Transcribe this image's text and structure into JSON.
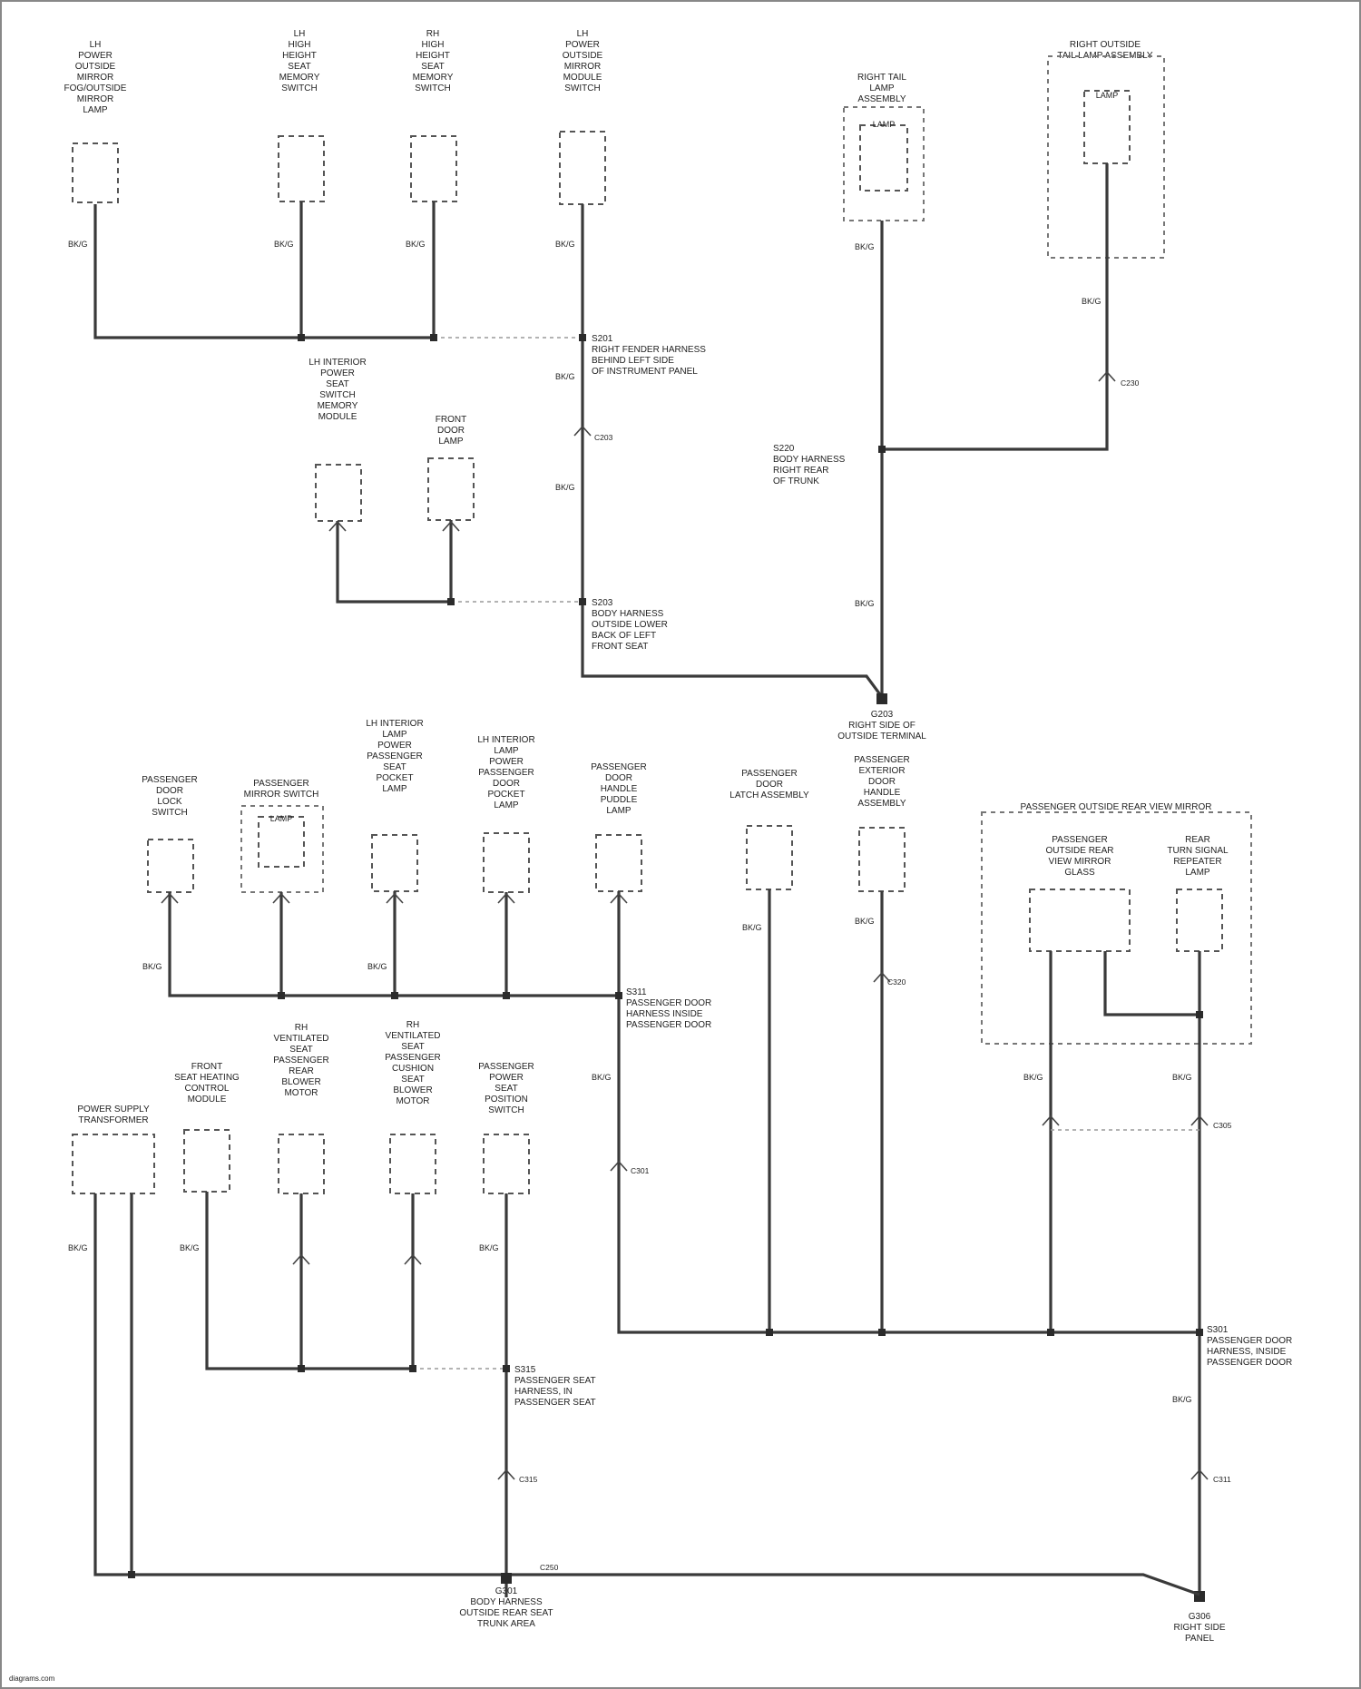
{
  "diagram": {
    "background": "#ffffff",
    "wire_color": "#3a3a3a",
    "note": "",
    "components": [
      {
        "id": "c1",
        "label": [
          "LH",
          "POWER",
          "OUTSIDE",
          "MIRROR",
          "FOG/OUTSIDE",
          "MIRROR",
          "LAMP"
        ]
      },
      {
        "id": "c2",
        "label": [
          "LH",
          "HIGH",
          "HEIGHT",
          "SEAT",
          "MEMORY",
          "SWITCH"
        ]
      },
      {
        "id": "c3",
        "label": [
          "RH",
          "HIGH",
          "HEIGHT",
          "SEAT",
          "MEMORY",
          "SWITCH"
        ]
      },
      {
        "id": "c4",
        "label": [
          "LH",
          "POWER",
          "OUTSIDE",
          "MIRROR",
          "MODULE",
          "SWITCH"
        ]
      },
      {
        "id": "c5",
        "label": [
          "RIGHT TAIL",
          "LAMP",
          "ASSEMBLY"
        ],
        "inner": "LAMP"
      },
      {
        "id": "c6",
        "label": [
          "RIGHT OUTSIDE",
          "TAIL LAMP ASSEMBLY"
        ],
        "inner": "LAMP"
      },
      {
        "id": "c7",
        "label": [
          "LH INTERIOR",
          "POWER",
          "SEAT",
          "SWITCH",
          "MEMORY",
          "MODULE"
        ]
      },
      {
        "id": "c8",
        "label": [
          "FRONT",
          "DOOR",
          "LAMP"
        ]
      },
      {
        "id": "c9",
        "label": [
          "PASSENGER",
          "DOOR",
          "LOCK",
          "SWITCH"
        ]
      },
      {
        "id": "c10",
        "label": [
          "PASSENGER",
          "MIRROR SWITCH"
        ],
        "inner": "LAMP"
      },
      {
        "id": "c11",
        "label": [
          "LH INTERIOR",
          "LAMP",
          "POWER",
          "PASSENGER",
          "SEAT",
          "POCKET",
          "LAMP"
        ]
      },
      {
        "id": "c12",
        "label": [
          "LH INTERIOR",
          "LAMP",
          "POWER",
          "PASSENGER",
          "DOOR",
          "POCKET",
          "LAMP"
        ]
      },
      {
        "id": "c13",
        "label": [
          "PASSENGER",
          "DOOR",
          "HANDLE",
          "PUDDLE",
          "LAMP"
        ]
      },
      {
        "id": "c14",
        "label": [
          "PASSENGER",
          "DOOR",
          "LATCH ASSEMBLY"
        ]
      },
      {
        "id": "c15",
        "label": [
          "PASSENGER",
          "EXTERIOR",
          "DOOR",
          "HANDLE",
          "ASSEMBLY"
        ]
      },
      {
        "id": "c16",
        "label": [
          "PASSENGER",
          "OUTSIDE REAR",
          "VIEW MIRROR",
          "GLASS"
        ]
      },
      {
        "id": "c17",
        "label": [
          "REAR",
          "TURN SIGNAL",
          "REPEATER",
          "LAMP"
        ]
      },
      {
        "id": "c18",
        "label": [
          "POWER SUPPLY",
          "TRANSFORMER"
        ]
      },
      {
        "id": "c19",
        "label": [
          "FRONT",
          "SEAT HEATING",
          "CONTROL",
          "MODULE"
        ]
      },
      {
        "id": "c20",
        "label": [
          "RH",
          "VENTILATED",
          "SEAT",
          "PASSENGER",
          "REAR",
          "BLOWER",
          "MOTOR"
        ]
      },
      {
        "id": "c21",
        "label": [
          "RH",
          "VENTILATED",
          "SEAT",
          "PASSENGER",
          "CUSHION",
          "SEAT",
          "BLOWER",
          "MOTOR"
        ]
      },
      {
        "id": "c22",
        "label": [
          "PASSENGER",
          "POWER",
          "SEAT",
          "POSITION",
          "SWITCH"
        ]
      }
    ],
    "group_label": "PASSENGER OUTSIDE REAR VIEW MIRROR",
    "splices": [
      {
        "id": "s1",
        "label": [
          "S201",
          "RIGHT FENDER HARNESS",
          "BEHIND LEFT SIDE",
          "OF INSTRUMENT PANEL"
        ]
      },
      {
        "id": "s2",
        "label": [
          "S220",
          "BODY HARNESS",
          "RIGHT REAR",
          "OF TRUNK"
        ]
      },
      {
        "id": "s3",
        "label": [
          "S203",
          "BODY HARNESS",
          "OUTSIDE LOWER",
          "BACK OF LEFT",
          "FRONT SEAT"
        ]
      },
      {
        "id": "s4",
        "label": [
          "G203",
          "RIGHT SIDE OF",
          "OUTSIDE TERMINAL"
        ]
      },
      {
        "id": "s5",
        "label": [
          "S311",
          "PASSENGER DOOR",
          "HARNESS INSIDE",
          "PASSENGER DOOR"
        ]
      },
      {
        "id": "s6",
        "label": [
          "S301",
          "PASSENGER DOOR",
          "HARNESS, INSIDE",
          "PASSENGER DOOR"
        ]
      },
      {
        "id": "s7",
        "label": [
          "S315",
          "PASSENGER SEAT",
          "HARNESS, IN",
          "PASSENGER SEAT"
        ]
      },
      {
        "id": "s8",
        "label": [
          "G301",
          "BODY HARNESS",
          "OUTSIDE REAR SEAT",
          "TRUNK AREA"
        ]
      },
      {
        "id": "s9",
        "label": [
          "G306",
          "RIGHT SIDE",
          "PANEL"
        ]
      }
    ],
    "wire_labels": [
      "BK/G",
      "BK/G",
      "BK/G",
      "BK/G",
      "BK/G",
      "BK/G",
      "BK/G",
      "BK/G",
      "BK/G",
      "BK/G",
      "BK/G",
      "BK/G",
      "BK/G",
      "BK/G",
      "BK/G",
      "BK/G",
      "BK/G",
      "BK/G",
      "BK/G",
      "BK/G"
    ],
    "connectors": [
      "C203",
      "C230",
      "C301",
      "C305",
      "C311",
      "C315",
      "C320",
      "C250"
    ],
    "watermark": "diagrams.com"
  }
}
